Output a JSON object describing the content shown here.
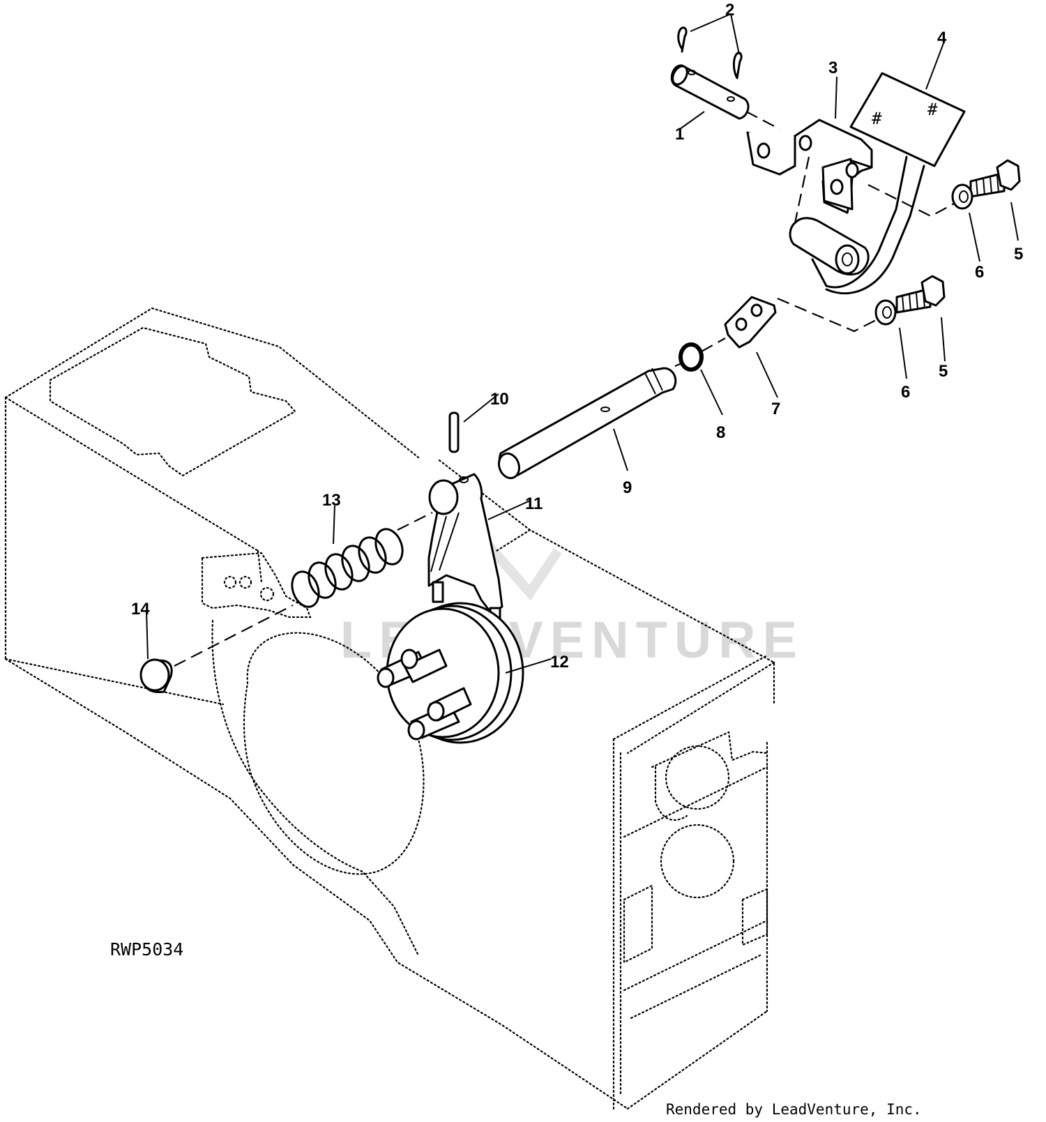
{
  "diagram": {
    "drawing_number": "RWP5034",
    "credit": "Rendered by LeadVenture, Inc.",
    "watermark": "LEADVENTURE",
    "callouts": [
      {
        "id": "c1",
        "label": "1"
      },
      {
        "id": "c2",
        "label": "2"
      },
      {
        "id": "c3",
        "label": "3"
      },
      {
        "id": "c4",
        "label": "4"
      },
      {
        "id": "c5a",
        "label": "5"
      },
      {
        "id": "c5b",
        "label": "5"
      },
      {
        "id": "c6a",
        "label": "6"
      },
      {
        "id": "c6b",
        "label": "6"
      },
      {
        "id": "c7",
        "label": "7"
      },
      {
        "id": "c8",
        "label": "8"
      },
      {
        "id": "c9",
        "label": "9"
      },
      {
        "id": "c10",
        "label": "10"
      },
      {
        "id": "c11",
        "label": "11"
      },
      {
        "id": "c12",
        "label": "12"
      },
      {
        "id": "c13",
        "label": "13"
      },
      {
        "id": "c14",
        "label": "14"
      }
    ]
  }
}
